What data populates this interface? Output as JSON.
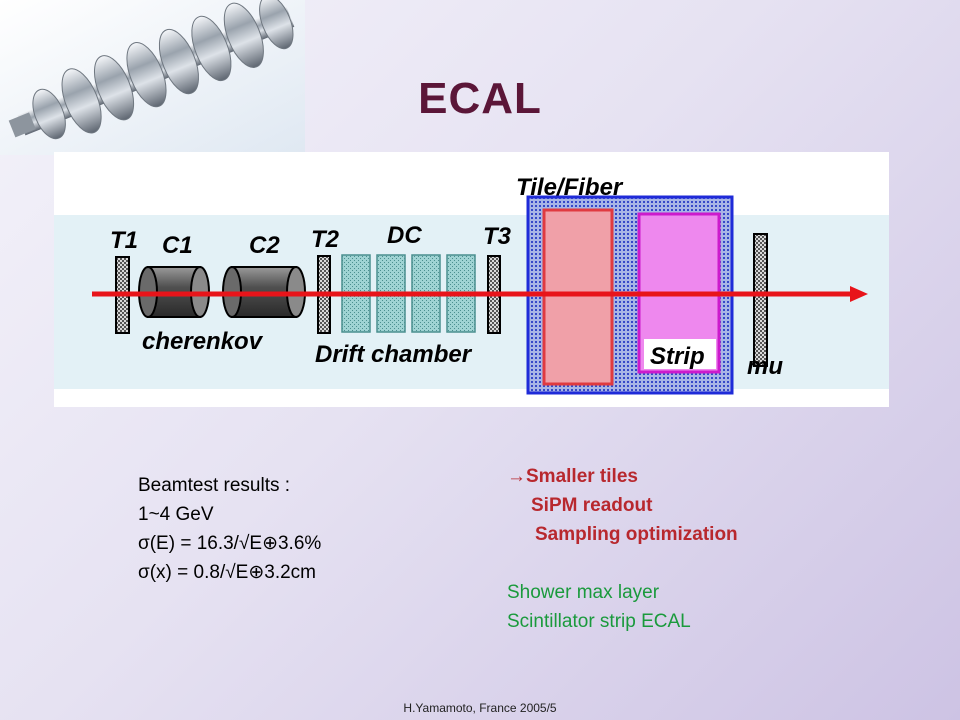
{
  "slide": {
    "title": "ECAL",
    "footer": "H.Yamamoto, France 2005/5",
    "logo_icon": "rf-cavity-image"
  },
  "diagram": {
    "labels": {
      "t1": "T1",
      "c1": "C1",
      "c2": "C2",
      "t2": "T2",
      "dc": "DC",
      "t3": "T3",
      "tile_fiber": "Tile/Fiber",
      "cherenkov": "cherenkov",
      "drift_chamber": "Drift chamber",
      "strip": "Strip",
      "mu": "mu"
    },
    "colors": {
      "beam": "#e8141a",
      "tile_fiber_frame": "#1f2bd8",
      "tile_block": "#e03a40",
      "strip_block": "#ee2dee",
      "drift_cell": "#7fbcbc"
    }
  },
  "results": {
    "line1": "Beamtest results :",
    "line2": "1~4 GeV",
    "line3": "σ(E) = 16.3/√E⊕3.6%",
    "line4": "σ(x) = 0.8/√E⊕3.2cm"
  },
  "notes": {
    "red1": "→Smaller tiles",
    "red2": "SiPM readout",
    "red3": "Sampling optimization",
    "green1": "Shower max layer",
    "green2": "Scintillator strip ECAL"
  }
}
